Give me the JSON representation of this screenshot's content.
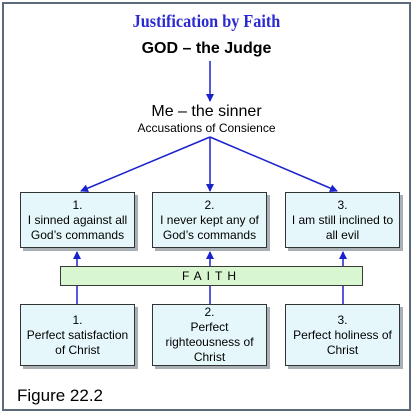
{
  "title": "Justification by Faith",
  "god": "GOD – the Judge",
  "me": "Me – the sinner",
  "accusations": "Accusations of Consience",
  "accusation_boxes": [
    {
      "num": "1.",
      "line1": "I sinned against all",
      "line2": "God’s commands"
    },
    {
      "num": "2.",
      "line1": "I never kept any of",
      "line2": "God’s commands"
    },
    {
      "num": "3.",
      "line1": "I am still inclined to",
      "line2": "all evil"
    }
  ],
  "faith": "FAITH",
  "christ_boxes": [
    {
      "num": "1.",
      "lines": [
        "Perfect satisfaction",
        "of Christ"
      ]
    },
    {
      "num": "2.",
      "lines": [
        "Perfect",
        "righteousness of",
        "Christ"
      ]
    },
    {
      "num": "3.",
      "lines": [
        "Perfect holiness of",
        "Christ"
      ]
    }
  ],
  "figure_label": "Figure 22.2",
  "colors": {
    "arrow": "#1a22cc",
    "title": "#2a2ad0",
    "box_fill": "#e6f7fb",
    "faith_fill": "#d8f6cf"
  }
}
